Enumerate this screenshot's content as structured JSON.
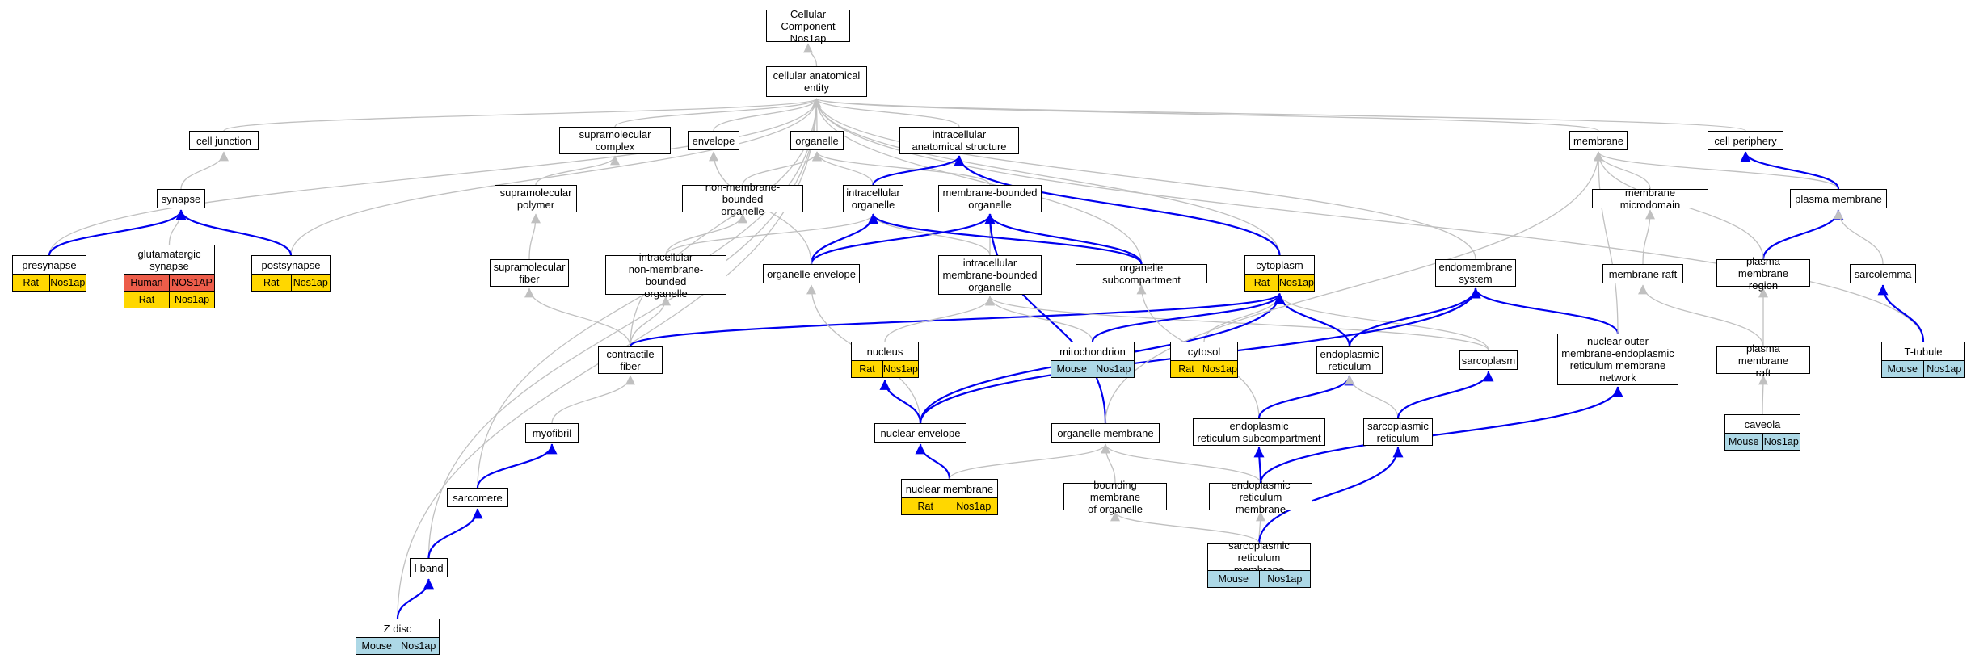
{
  "colors": {
    "gray_edge": "#c0c0c0",
    "blue_edge": "#0000ee",
    "rat": "#ffd700",
    "mouse": "#add8e6",
    "human": "#ed5d4a"
  },
  "nodes": [
    {
      "id": "cc_root",
      "label": "Cellular Component\nNos1ap"
    },
    {
      "id": "cae",
      "label": "cellular anatomical\nentity"
    },
    {
      "id": "cell_junction",
      "label": "cell junction"
    },
    {
      "id": "supramolecular_complex",
      "label": "supramolecular\ncomplex"
    },
    {
      "id": "envelope",
      "label": "envelope"
    },
    {
      "id": "organelle",
      "label": "organelle"
    },
    {
      "id": "intracellular_anatomical_structure",
      "label": "intracellular\nanatomical structure"
    },
    {
      "id": "membrane",
      "label": "membrane"
    },
    {
      "id": "cell_periphery",
      "label": "cell periphery"
    },
    {
      "id": "synapse",
      "label": "synapse"
    },
    {
      "id": "supramolecular_polymer",
      "label": "supramolecular\npolymer"
    },
    {
      "id": "non_membrane_bounded_organelle",
      "label": "non-membrane-bounded\norganelle"
    },
    {
      "id": "intracellular_organelle",
      "label": "intracellular\norganelle"
    },
    {
      "id": "membrane_bounded_organelle",
      "label": "membrane-bounded\norganelle"
    },
    {
      "id": "membrane_microdomain",
      "label": "membrane microdomain"
    },
    {
      "id": "plasma_membrane",
      "label": "plasma membrane"
    },
    {
      "id": "presynapse",
      "label": "presynapse",
      "anno": [
        [
          "Rat",
          "Nos1ap"
        ]
      ]
    },
    {
      "id": "glutamatergic_synapse",
      "label": "glutamatergic\nsynapse",
      "anno": [
        [
          "Human",
          "NOS1AP"
        ],
        [
          "Rat",
          "Nos1ap"
        ]
      ]
    },
    {
      "id": "postsynapse",
      "label": "postsynapse",
      "anno": [
        [
          "Rat",
          "Nos1ap"
        ]
      ]
    },
    {
      "id": "supramolecular_fiber",
      "label": "supramolecular\nfiber"
    },
    {
      "id": "intracellular_nmbo",
      "label": "intracellular\nnon-membrane-bounded\norganelle"
    },
    {
      "id": "organelle_envelope",
      "label": "organelle envelope"
    },
    {
      "id": "intracellular_mbo",
      "label": "intracellular\nmembrane-bounded\norganelle"
    },
    {
      "id": "organelle_subcompartment",
      "label": "organelle subcompartment"
    },
    {
      "id": "cytoplasm",
      "label": "cytoplasm",
      "anno": [
        [
          "Rat",
          "Nos1ap"
        ]
      ]
    },
    {
      "id": "endomembrane_system",
      "label": "endomembrane\nsystem"
    },
    {
      "id": "membrane_raft",
      "label": "membrane raft"
    },
    {
      "id": "plasma_membrane_region",
      "label": "plasma membrane\nregion"
    },
    {
      "id": "sarcolemma",
      "label": "sarcolemma"
    },
    {
      "id": "contractile_fiber",
      "label": "contractile\nfiber"
    },
    {
      "id": "nucleus",
      "label": "nucleus",
      "anno": [
        [
          "Rat",
          "Nos1ap"
        ]
      ]
    },
    {
      "id": "mitochondrion",
      "label": "mitochondrion",
      "anno": [
        [
          "Mouse",
          "Nos1ap"
        ]
      ]
    },
    {
      "id": "cytosol",
      "label": "cytosol",
      "anno": [
        [
          "Rat",
          "Nos1ap"
        ]
      ]
    },
    {
      "id": "endoplasmic_reticulum",
      "label": "endoplasmic\nreticulum"
    },
    {
      "id": "sarcoplasm",
      "label": "sarcoplasm"
    },
    {
      "id": "nuclear_outer_membrane_network",
      "label": "nuclear outer\nmembrane-endoplasmic\nreticulum membrane\nnetwork"
    },
    {
      "id": "plasma_membrane_raft",
      "label": "plasma membrane\nraft"
    },
    {
      "id": "t_tubule",
      "label": "T-tubule",
      "anno": [
        [
          "Mouse",
          "Nos1ap"
        ]
      ]
    },
    {
      "id": "myofibril",
      "label": "myofibril"
    },
    {
      "id": "nuclear_envelope",
      "label": "nuclear envelope"
    },
    {
      "id": "organelle_membrane",
      "label": "organelle membrane"
    },
    {
      "id": "er_subcompartment",
      "label": "endoplasmic\nreticulum subcompartment"
    },
    {
      "id": "sarcoplasmic_reticulum",
      "label": "sarcoplasmic\nreticulum"
    },
    {
      "id": "caveola",
      "label": "caveola",
      "anno": [
        [
          "Mouse",
          "Nos1ap"
        ]
      ]
    },
    {
      "id": "sarcomere",
      "label": "sarcomere"
    },
    {
      "id": "nuclear_membrane",
      "label": "nuclear membrane",
      "anno": [
        [
          "Rat",
          "Nos1ap"
        ]
      ]
    },
    {
      "id": "bounding_membrane",
      "label": "bounding membrane\nof organelle"
    },
    {
      "id": "er_membrane",
      "label": "endoplasmic\nreticulum membrane"
    },
    {
      "id": "sr_membrane",
      "label": "sarcoplasmic\nreticulum membrane",
      "anno": [
        [
          "Mouse",
          "Nos1ap"
        ]
      ]
    },
    {
      "id": "i_band",
      "label": "I band"
    },
    {
      "id": "z_disc",
      "label": "Z disc",
      "anno": [
        [
          "Mouse",
          "Nos1ap"
        ]
      ]
    }
  ],
  "edges": [
    [
      "cae",
      "cc_root",
      "gray"
    ],
    [
      "cell_junction",
      "cae",
      "gray"
    ],
    [
      "supramolecular_complex",
      "cae",
      "gray"
    ],
    [
      "envelope",
      "cae",
      "gray"
    ],
    [
      "organelle",
      "cae",
      "gray"
    ],
    [
      "intracellular_anatomical_structure",
      "cae",
      "gray"
    ],
    [
      "membrane",
      "cae",
      "gray"
    ],
    [
      "cell_periphery",
      "cae",
      "gray"
    ],
    [
      "presynapse",
      "cae",
      "gray"
    ],
    [
      "postsynapse",
      "cae",
      "gray"
    ],
    [
      "sarcomere",
      "cae",
      "gray"
    ],
    [
      "i_band",
      "cae",
      "gray"
    ],
    [
      "z_disc",
      "cae",
      "gray"
    ],
    [
      "organelle_subcompartment",
      "cae",
      "gray"
    ],
    [
      "cytoplasm",
      "cae",
      "gray"
    ],
    [
      "endomembrane_system",
      "cae",
      "gray"
    ],
    [
      "contractile_fiber",
      "cae",
      "gray"
    ],
    [
      "t_tubule",
      "cae",
      "gray"
    ],
    [
      "synapse",
      "cell_junction",
      "gray"
    ],
    [
      "presynapse",
      "synapse",
      "blue"
    ],
    [
      "glutamatergic_synapse",
      "synapse",
      "gray"
    ],
    [
      "postsynapse",
      "synapse",
      "blue"
    ],
    [
      "supramolecular_polymer",
      "supramolecular_complex",
      "gray"
    ],
    [
      "supramolecular_fiber",
      "supramolecular_polymer",
      "gray"
    ],
    [
      "contractile_fiber",
      "supramolecular_fiber",
      "gray"
    ],
    [
      "non_membrane_bounded_organelle",
      "organelle",
      "gray"
    ],
    [
      "intracellular_organelle",
      "organelle",
      "gray"
    ],
    [
      "membrane_bounded_organelle",
      "organelle",
      "gray"
    ],
    [
      "intracellular_organelle",
      "intracellular_anatomical_structure",
      "blue"
    ],
    [
      "cytoplasm",
      "intracellular_anatomical_structure",
      "blue"
    ],
    [
      "intracellular_nmbo",
      "non_membrane_bounded_organelle",
      "gray"
    ],
    [
      "intracellular_nmbo",
      "intracellular_organelle",
      "gray"
    ],
    [
      "organelle_envelope",
      "intracellular_organelle",
      "blue"
    ],
    [
      "organelle_envelope",
      "membrane_bounded_organelle",
      "blue"
    ],
    [
      "organelle_envelope",
      "envelope",
      "gray"
    ],
    [
      "intracellular_mbo",
      "intracellular_organelle",
      "gray"
    ],
    [
      "intracellular_mbo",
      "membrane_bounded_organelle",
      "gray"
    ],
    [
      "organelle_subcompartment",
      "intracellular_organelle",
      "blue"
    ],
    [
      "organelle_subcompartment",
      "membrane_bounded_organelle",
      "blue"
    ],
    [
      "organelle_membrane",
      "membrane_bounded_organelle",
      "blue"
    ],
    [
      "contractile_fiber",
      "intracellular_nmbo",
      "gray"
    ],
    [
      "contractile_fiber",
      "cytoplasm",
      "blue"
    ],
    [
      "myofibril",
      "contractile_fiber",
      "gray"
    ],
    [
      "sarcomere",
      "myofibril",
      "blue"
    ],
    [
      "i_band",
      "sarcomere",
      "blue"
    ],
    [
      "z_disc",
      "i_band",
      "blue"
    ],
    [
      "nucleus",
      "intracellular_mbo",
      "gray"
    ],
    [
      "mitochondrion",
      "intracellular_mbo",
      "gray"
    ],
    [
      "sarcoplasm",
      "intracellular_mbo",
      "gray"
    ],
    [
      "mitochondrion",
      "cytoplasm",
      "blue"
    ],
    [
      "cytosol",
      "cytoplasm",
      "gray"
    ],
    [
      "endoplasmic_reticulum",
      "cytoplasm",
      "blue"
    ],
    [
      "sarcoplasm",
      "cytoplasm",
      "gray"
    ],
    [
      "nuclear_envelope",
      "cytoplasm",
      "blue"
    ],
    [
      "nuclear_envelope",
      "organelle_envelope",
      "gray"
    ],
    [
      "nuclear_envelope",
      "nucleus",
      "blue"
    ],
    [
      "nuclear_membrane",
      "nuclear_envelope",
      "blue"
    ],
    [
      "nuclear_membrane",
      "organelle_membrane",
      "gray"
    ],
    [
      "er_subcompartment",
      "organelle_subcompartment",
      "gray"
    ],
    [
      "er_subcompartment",
      "endoplasmic_reticulum",
      "blue"
    ],
    [
      "er_membrane",
      "er_subcompartment",
      "blue"
    ],
    [
      "er_membrane",
      "organelle_membrane",
      "gray"
    ],
    [
      "er_membrane",
      "nuclear_outer_membrane_network",
      "blue"
    ],
    [
      "endoplasmic_reticulum",
      "endomembrane_system",
      "blue"
    ],
    [
      "nuclear_envelope",
      "endomembrane_system",
      "blue"
    ],
    [
      "nuclear_outer_membrane_network",
      "endomembrane_system",
      "blue"
    ],
    [
      "nuclear_outer_membrane_network",
      "membrane",
      "gray"
    ],
    [
      "sarcoplasmic_reticulum",
      "endoplasmic_reticulum",
      "gray"
    ],
    [
      "sarcoplasmic_reticulum",
      "sarcoplasm",
      "blue"
    ],
    [
      "sr_membrane",
      "er_membrane",
      "gray"
    ],
    [
      "sr_membrane",
      "sarcoplasmic_reticulum",
      "blue"
    ],
    [
      "sr_membrane",
      "bounding_membrane",
      "gray"
    ],
    [
      "bounding_membrane",
      "organelle_membrane",
      "gray"
    ],
    [
      "organelle_membrane",
      "membrane",
      "gray"
    ],
    [
      "membrane_microdomain",
      "membrane",
      "gray"
    ],
    [
      "plasma_membrane",
      "membrane",
      "gray"
    ],
    [
      "plasma_membrane",
      "cell_periphery",
      "blue"
    ],
    [
      "membrane_raft",
      "membrane_microdomain",
      "gray"
    ],
    [
      "plasma_membrane_region",
      "plasma_membrane",
      "blue"
    ],
    [
      "plasma_membrane_region",
      "membrane",
      "gray"
    ],
    [
      "plasma_membrane_raft",
      "membrane_raft",
      "gray"
    ],
    [
      "plasma_membrane_raft",
      "plasma_membrane_region",
      "gray"
    ],
    [
      "caveola",
      "plasma_membrane_raft",
      "gray"
    ],
    [
      "sarcolemma",
      "plasma_membrane",
      "gray"
    ],
    [
      "t_tubule",
      "sarcolemma",
      "blue"
    ]
  ]
}
